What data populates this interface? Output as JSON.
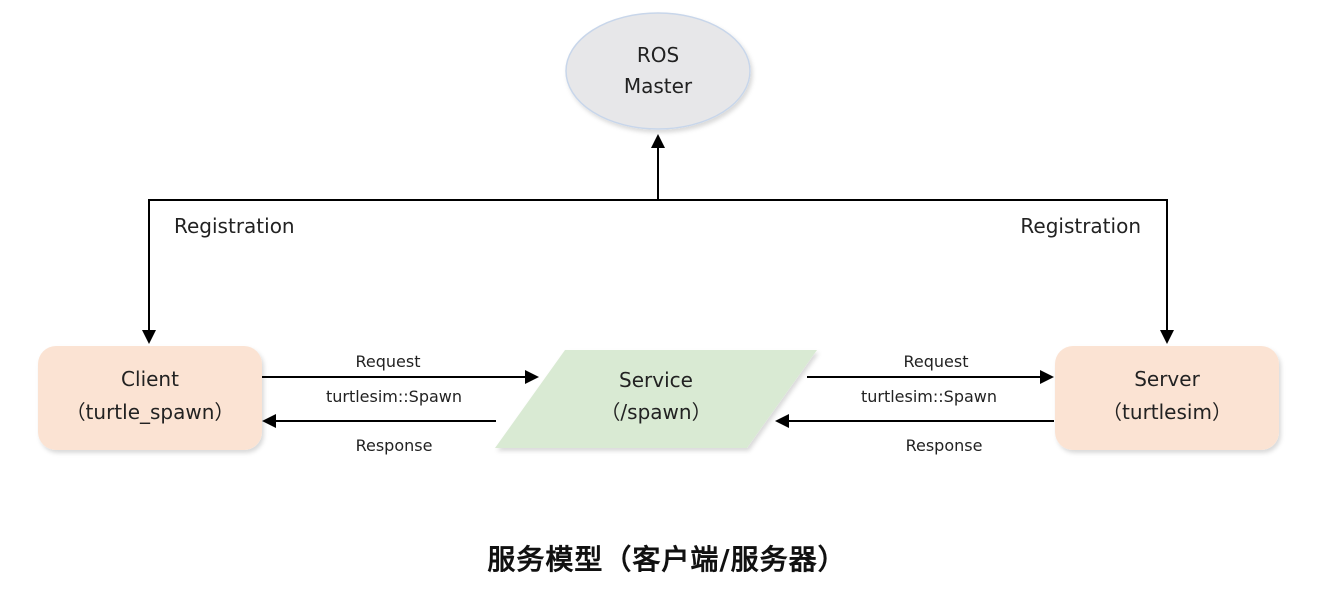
{
  "nodes": {
    "master": {
      "line1": "ROS",
      "line2": "Master"
    },
    "client": {
      "line1": "Client",
      "line2": "（turtle_spawn）"
    },
    "service": {
      "line1": "Service",
      "line2": "（/spawn）"
    },
    "server": {
      "line1": "Server",
      "line2": "（turtlesim）"
    }
  },
  "edges": {
    "left_registration": "Registration",
    "right_registration": "Registration",
    "left_request": "Request",
    "left_type": "turtlesim::Spawn",
    "left_response": "Response",
    "right_request": "Request",
    "right_type": "turtlesim::Spawn",
    "right_response": "Response"
  },
  "colors": {
    "master_fill": "#e7e7e9",
    "node_fill": "#fbe3d3",
    "service_fill": "#d9ead3",
    "line": "#000000"
  },
  "caption": "服务模型（客户端/服务器）"
}
